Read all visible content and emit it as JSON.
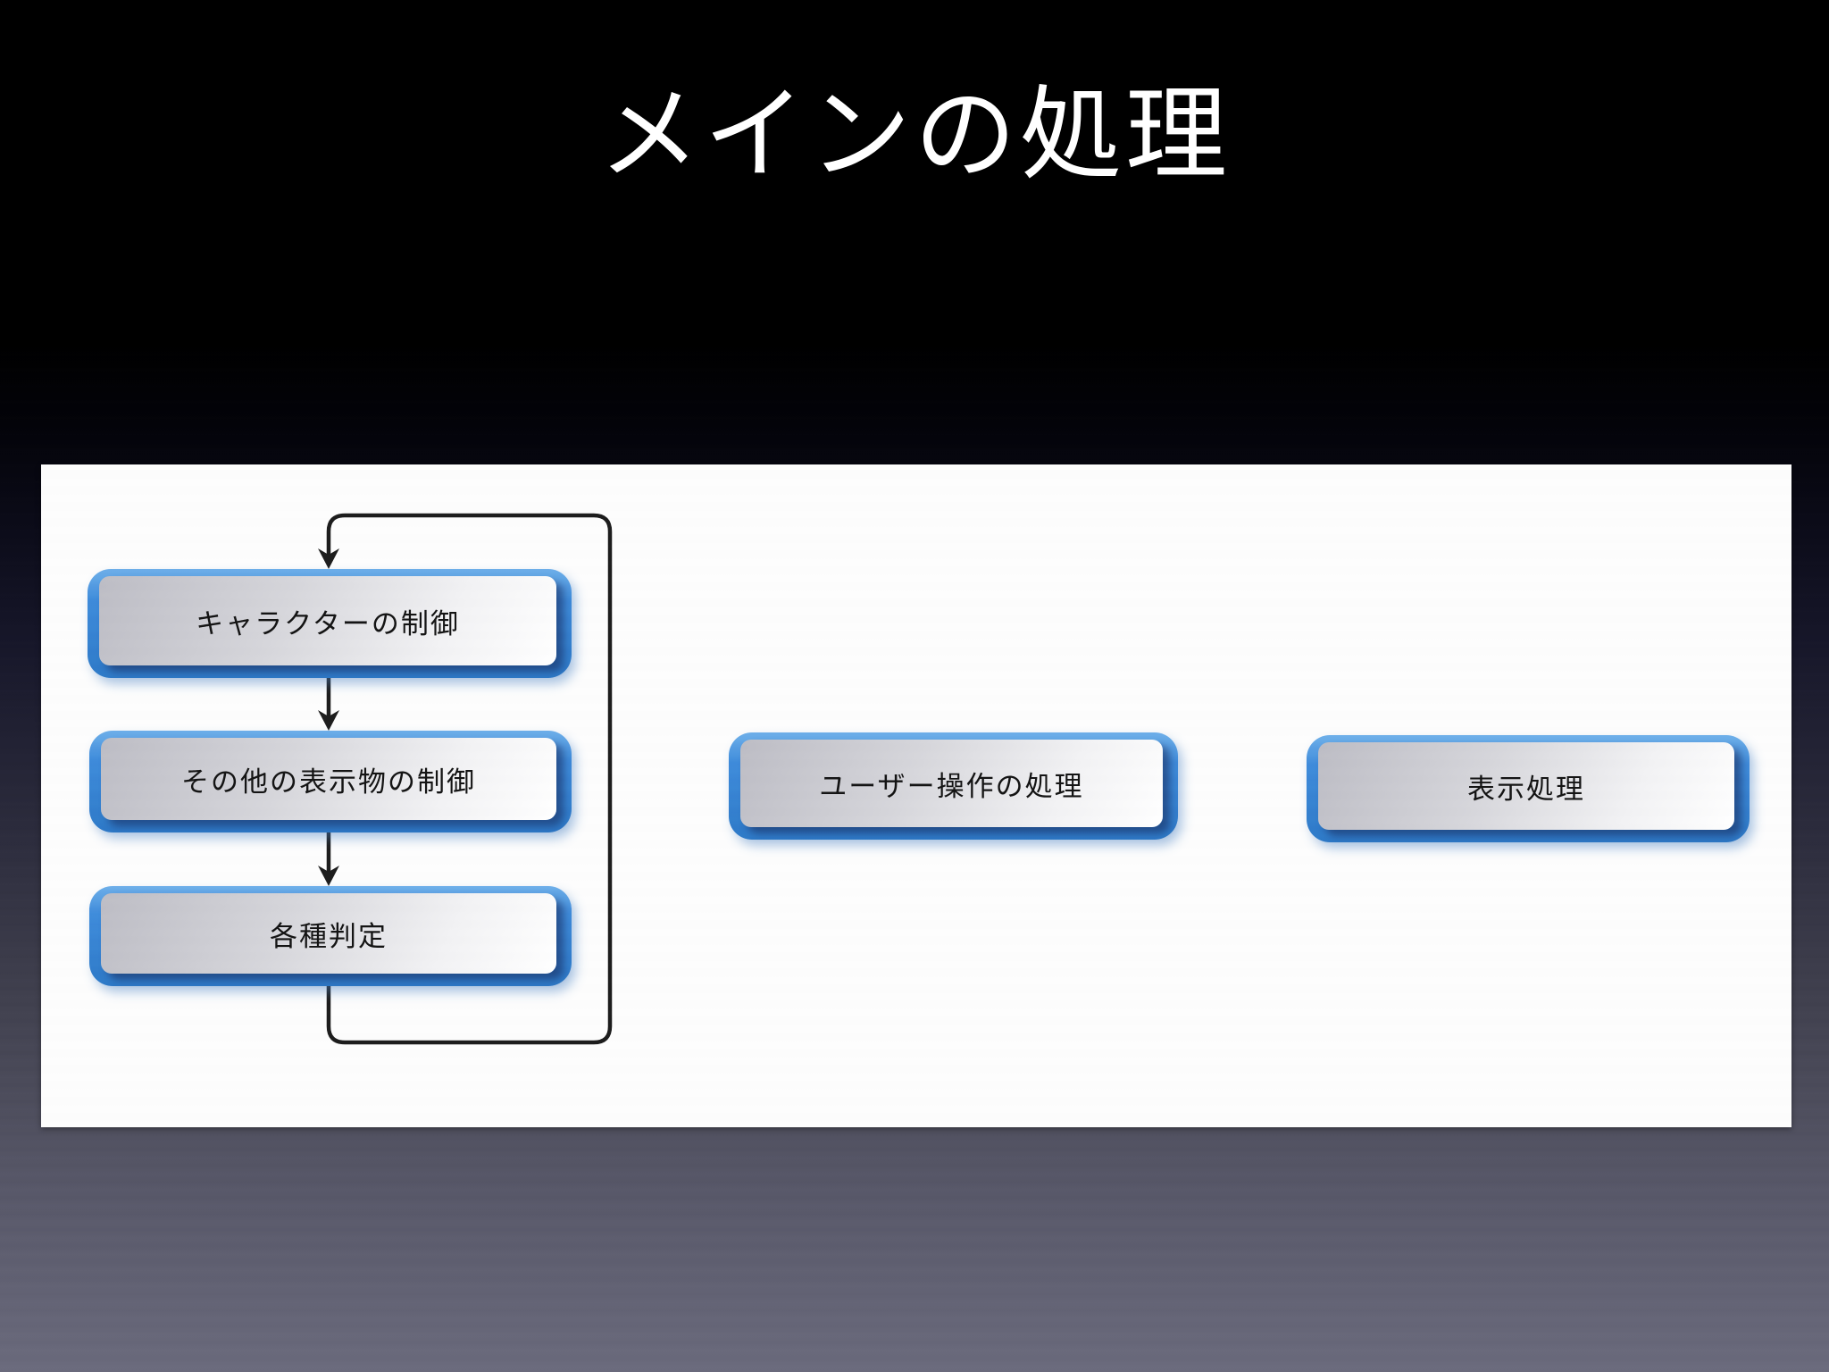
{
  "slide": {
    "title": "メインの処理",
    "background_top_color": "#000000",
    "background_bottom_color": "#6b6b7d"
  },
  "diagram": {
    "type": "flowchart",
    "panel_color": "#fdfdfd",
    "accent_blue": "#3a87d8",
    "line_color": "#1d1d1d",
    "nodes": [
      {
        "id": "character-control",
        "label": "キャラクターの制御"
      },
      {
        "id": "other-display-control",
        "label": "その他の表示物の制御"
      },
      {
        "id": "various-judgements",
        "label": "各種判定"
      },
      {
        "id": "user-input-processing",
        "label": "ユーザー操作の処理"
      },
      {
        "id": "display-processing",
        "label": "表示処理"
      }
    ],
    "edges": [
      {
        "from": "character-control",
        "to": "other-display-control"
      },
      {
        "from": "other-display-control",
        "to": "various-judgements"
      },
      {
        "from": "various-judgements",
        "to": "character-control",
        "kind": "loop-back"
      }
    ]
  }
}
